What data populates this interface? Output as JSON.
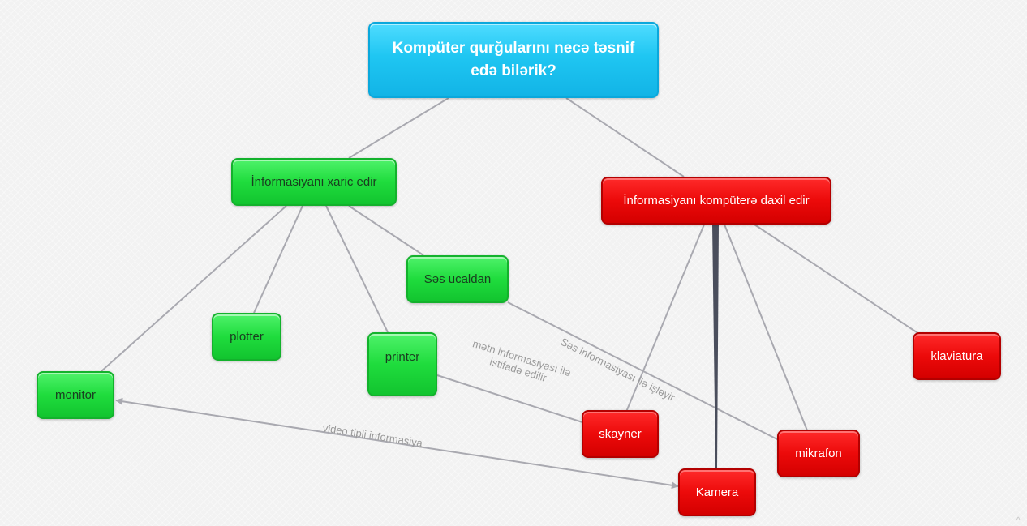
{
  "diagram": {
    "root": {
      "title": "Kompüter qurğularını necə təsnif edə bilərik?"
    },
    "output_group": {
      "label": "İnformasiyanı xaric edir"
    },
    "input_group": {
      "label": "İnformasiyanı kompüterə daxil edir"
    },
    "output_devices": {
      "speaker": "Səs ucaldan",
      "plotter": "plotter",
      "printer": "printer",
      "monitor": "monitor"
    },
    "input_devices": {
      "keyboard": "klaviatura",
      "scanner": "skayner",
      "microphone": "mikrafon",
      "camera": "Kamera"
    },
    "edge_labels": {
      "text_info": "mətn informasiyası ilə\nistifadə edilir",
      "sound_info": "Səs informasiyası ilə işləyir",
      "video_info": "video tipli informasiya"
    },
    "colors": {
      "root": "#1fc6f2",
      "output": "#1fdc3d",
      "input": "#ec0a0a",
      "edge": "#a9a9b0",
      "emphasis_edge": "#4a4e5c"
    }
  }
}
